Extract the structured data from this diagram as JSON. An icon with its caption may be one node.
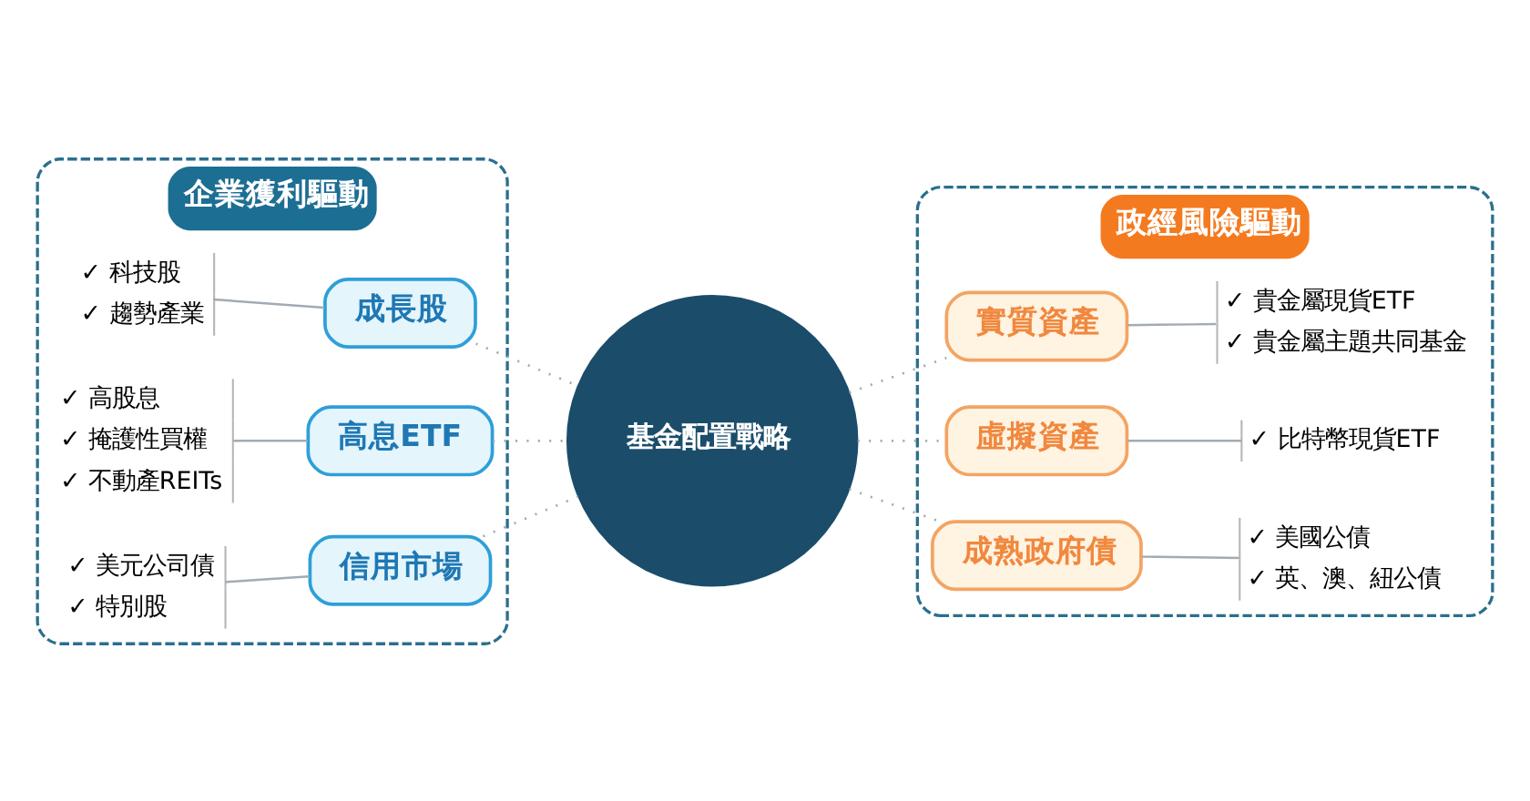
{
  "diagram": {
    "nodes": [
      {
        "text": [
          "企業獲利驅動"
        ]
      },
      {
        "text": [
          "✓ 科技股",
          "✓ 趨勢產業"
        ],
        "in": 0
      },
      {
        "text": [
          "成長股"
        ],
        "in": 0
      },
      {
        "text": [
          "✓ 高股息",
          "✓ 掩護性買權",
          "✓ 不動產REITs"
        ],
        "in": 0
      },
      {
        "text": [
          "高息ETF"
        ],
        "in": 0
      },
      {
        "text": [
          "信用市場"
        ],
        "in": 0
      },
      {
        "text": [
          "✓ 美元公司債",
          "✓ 特別股"
        ],
        "in": 0
      },
      {
        "text": [
          "基金配置戰略"
        ]
      },
      {
        "text": [
          "政經風險驅動"
        ]
      },
      {
        "text": [
          "實質資產"
        ],
        "in": 8
      },
      {
        "text": [
          "✓ 貴金屬現貨ETF",
          "✓ 貴金屬主題共同基金"
        ],
        "in": 8
      },
      {
        "text": [
          "虛擬資產"
        ],
        "in": 8
      },
      {
        "text": [
          "✓ 比特幣現貨ETF"
        ],
        "in": 8
      },
      {
        "text": [
          "成熟政府債"
        ],
        "in": 8
      },
      {
        "text": [
          "✓ 美國公債",
          "✓ 英、澳、紐公債"
        ],
        "in": 8
      }
    ],
    "edges": [
      {
        "from": 1,
        "to": 2,
        "arrow": "none"
      },
      {
        "from": 2,
        "to": 7,
        "arrow": "none",
        "style": "dashed"
      },
      {
        "from": 3,
        "to": 4,
        "arrow": "none"
      },
      {
        "from": 4,
        "to": 7,
        "arrow": "none",
        "style": "dashed"
      },
      {
        "from": 6,
        "to": 5,
        "arrow": "none"
      },
      {
        "from": 5,
        "to": 7,
        "arrow": "none",
        "style": "dashed"
      },
      {
        "from": 7,
        "to": 9,
        "arrow": "none",
        "style": "dashed"
      },
      {
        "from": 9,
        "to": 10,
        "arrow": "none"
      },
      {
        "from": 7,
        "to": 11,
        "arrow": "none",
        "style": "dashed"
      },
      {
        "from": 11,
        "to": 12,
        "arrow": "none"
      },
      {
        "from": 7,
        "to": 13,
        "arrow": "none",
        "style": "dashed"
      },
      {
        "from": 13,
        "to": 14,
        "arrow": "none"
      }
    ]
  }
}
